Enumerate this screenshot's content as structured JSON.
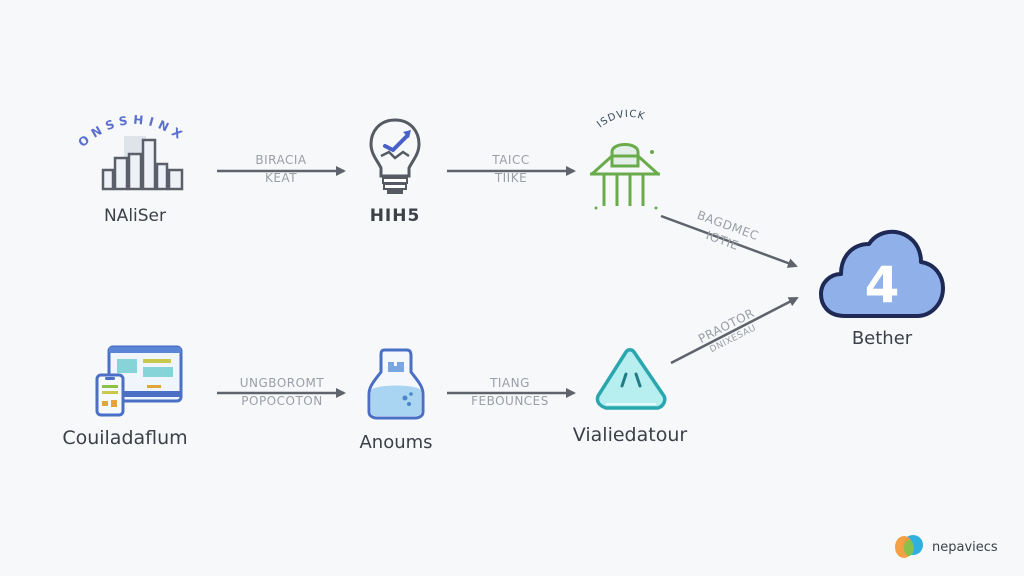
{
  "nodes": {
    "n1": {
      "label": "NAliSer",
      "icon": "building-chart-icon",
      "icon_arc_text": "ONSSHINX"
    },
    "n2": {
      "label": "HIH5",
      "icon": "lightbulb-icon"
    },
    "n3": {
      "label": "",
      "icon": "green-temple-icon",
      "icon_arc_text": "ISDVICK"
    },
    "n4": {
      "label": "Bether",
      "icon": "cloud-icon",
      "icon_glyph": "4"
    },
    "n5": {
      "label": "Couiladaflum",
      "icon": "devices-icon"
    },
    "n6": {
      "label": "Anoums",
      "icon": "flask-icon"
    },
    "n7": {
      "label": "Vialiedatour",
      "icon": "warning-triangle-icon"
    }
  },
  "edges": {
    "e1": {
      "line1": "BIRACIA",
      "line2": "KEAT"
    },
    "e2": {
      "line1": "TAICC",
      "line2": "TIIKE"
    },
    "e3": {
      "line1": "BAGDMEC",
      "line2": "IOTIE"
    },
    "e4": {
      "line1": "UNGBOROMT",
      "line2": "POPOCOTON"
    },
    "e5": {
      "line1": "TIANG",
      "line2": "FEBOUNCES"
    },
    "e6": {
      "line1": "PRAOTOR",
      "line2": "DNIXESAU"
    }
  },
  "footer": {
    "brand": "nepaviecs"
  },
  "colors": {
    "background": "#f7f8fa",
    "arrow": "#5f636b",
    "cloud_fill": "#8fb0e8",
    "cloud_stroke": "#1e2a55",
    "green": "#6aab4c",
    "teal": "#2aa6ae",
    "blue_accent": "#4a5fc8"
  }
}
